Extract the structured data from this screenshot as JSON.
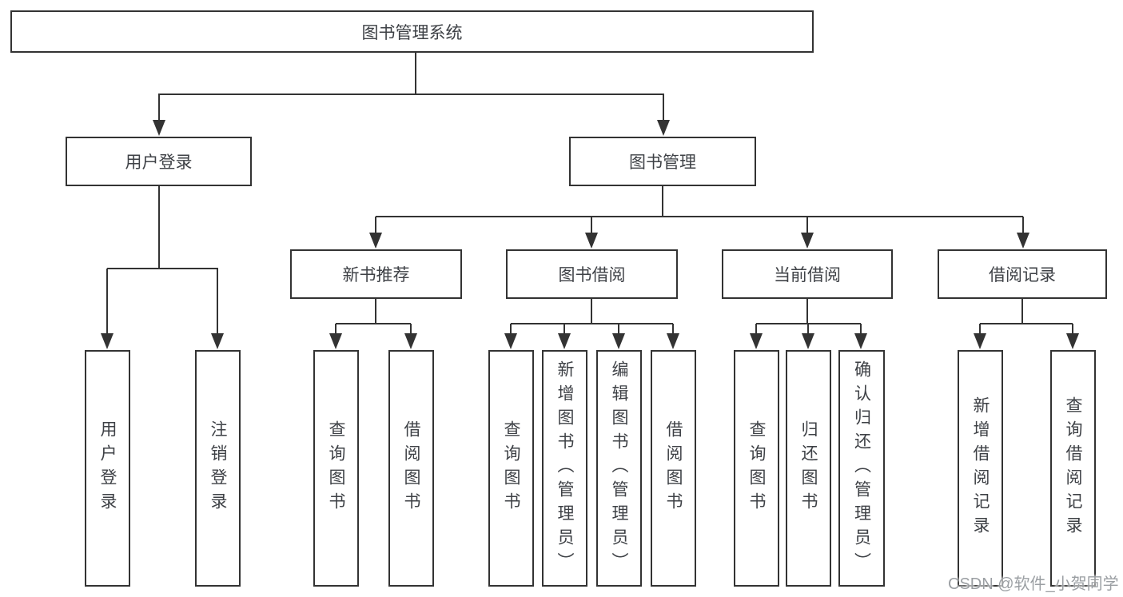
{
  "diagram": {
    "root": {
      "label": "图书管理系统",
      "children": [
        {
          "label": "用户登录",
          "children": [
            {
              "label": "用户登录"
            },
            {
              "label": "注销登录"
            }
          ]
        },
        {
          "label": "图书管理",
          "children": [
            {
              "label": "新书推荐",
              "children": [
                {
                  "label": "查询图书"
                },
                {
                  "label": "借阅图书"
                }
              ]
            },
            {
              "label": "图书借阅",
              "children": [
                {
                  "label": "查询图书"
                },
                {
                  "label": "新增图书（管理员）"
                },
                {
                  "label": "编辑图书（管理员）"
                },
                {
                  "label": "借阅图书"
                }
              ]
            },
            {
              "label": "当前借阅",
              "children": [
                {
                  "label": "查询图书"
                },
                {
                  "label": "归还图书"
                },
                {
                  "label": "确认归还（管理员）"
                }
              ]
            },
            {
              "label": "借阅记录",
              "children": [
                {
                  "label": "新增借阅记录"
                },
                {
                  "label": "查询借阅记录"
                }
              ]
            }
          ]
        }
      ]
    }
  },
  "watermark": {
    "text": "CSDN @软件_小贺同学"
  },
  "colors": {
    "line": "#333333",
    "box_border": "#333333",
    "text": "#3e4146",
    "watermark": "#9b9fa3",
    "background": "#ffffff"
  }
}
